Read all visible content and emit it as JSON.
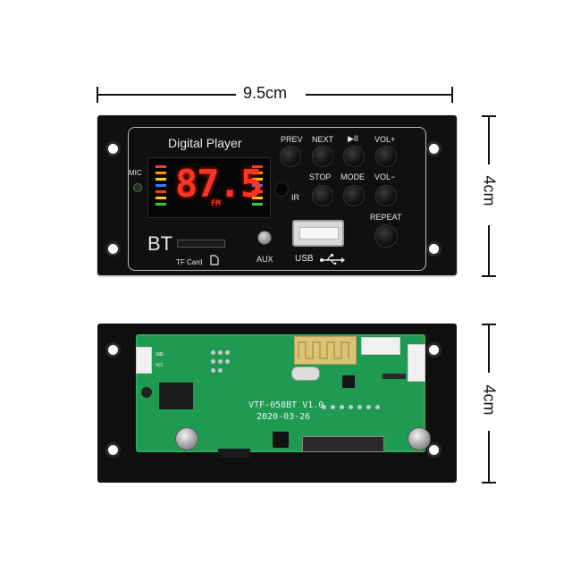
{
  "dimensions": {
    "width_label": "9.5cm",
    "front_height_label": "4cm",
    "back_height_label": "4cm"
  },
  "front_panel": {
    "title": "Digital  Player",
    "mic_label": "MIC",
    "ir_label": "IR",
    "aux_label": "AUX",
    "usb_label": "USB",
    "bt_label": "BT",
    "tf_label": "TF Card",
    "display": {
      "frequency": "87.5",
      "band": "FM"
    },
    "buttons": {
      "prev": "PREV",
      "next": "NEXT",
      "play_pause": "▶II",
      "vol_up": "VOL+",
      "stop": "STOP",
      "mode": "MODE",
      "vol_down": "VOL−",
      "repeat": "REPEAT"
    }
  },
  "back_board": {
    "model": "VTF-058BT V1.0",
    "date": "2020-03-26",
    "gnd_label": "GND",
    "vcc_label": "VCC"
  },
  "colors": {
    "segment_red": "#ff3322",
    "pcb_green": "#1f9a52",
    "panel_black": "#101010"
  },
  "icons": [
    "usb-trident-icon",
    "sd-card-icon",
    "play-pause-icon"
  ]
}
